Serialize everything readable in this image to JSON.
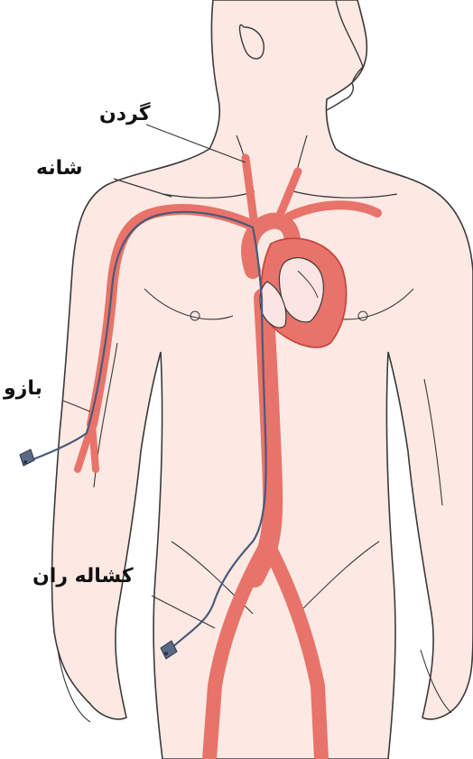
{
  "labels": {
    "neck": "گردن",
    "shoulder": "شانه",
    "arm": "بازو",
    "groin": "کشاله ران"
  },
  "colors": {
    "skin": "#fde9e3",
    "outline": "#3a3a3a",
    "artery": "#e8736a",
    "artery_dark": "#c9463e",
    "catheter": "#4a5a7a",
    "heart_chamber": "#fbe4e2"
  },
  "icons": [
    "catheter-hub-icon"
  ]
}
